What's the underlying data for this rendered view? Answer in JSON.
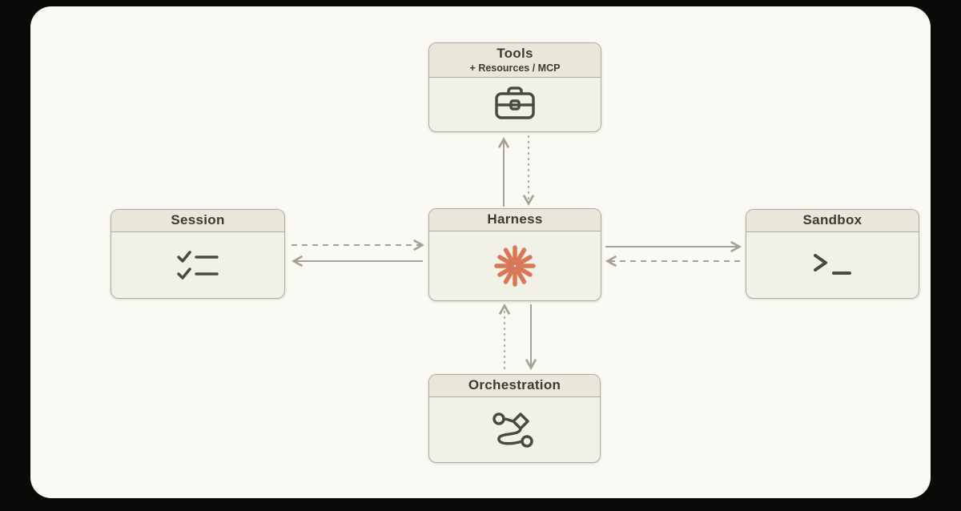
{
  "nodes": {
    "tools": {
      "title": "Tools",
      "subtitle": "+ Resources / MCP",
      "icon": "briefcase-icon"
    },
    "session": {
      "title": "Session",
      "icon": "checklist-icon"
    },
    "harness": {
      "title": "Harness",
      "icon": "claude-spark-icon"
    },
    "sandbox": {
      "title": "Sandbox",
      "icon": "terminal-icon"
    },
    "orchestration": {
      "title": "Orchestration",
      "icon": "workflow-icon"
    }
  },
  "edges": [
    {
      "from": "harness",
      "to": "tools",
      "style": "solid"
    },
    {
      "from": "tools",
      "to": "harness",
      "style": "dotted"
    },
    {
      "from": "session",
      "to": "harness",
      "style": "dashed"
    },
    {
      "from": "harness",
      "to": "session",
      "style": "solid"
    },
    {
      "from": "harness",
      "to": "sandbox",
      "style": "solid"
    },
    {
      "from": "sandbox",
      "to": "harness",
      "style": "dashed"
    },
    {
      "from": "orchestration",
      "to": "harness",
      "style": "dotted"
    },
    {
      "from": "harness",
      "to": "orchestration",
      "style": "solid"
    }
  ],
  "colors": {
    "page_background": "#0a0a08",
    "card_background": "#faf9f3",
    "box_header": "#e8e7da",
    "box_body": "#f2f1e8",
    "box_border": "#aead9d",
    "text": "#3c3b32",
    "accent_spark": "#d97757",
    "arrow": "#a3a295"
  }
}
